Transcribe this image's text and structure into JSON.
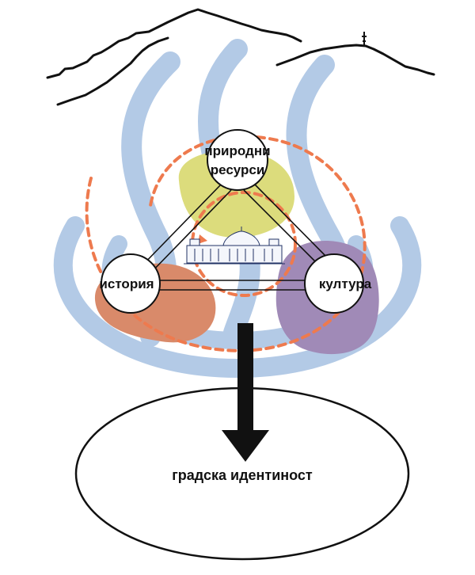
{
  "nodes": {
    "natural_resources": "природни ресурси",
    "natural_resources_line1": "природни",
    "natural_resources_line2": "ресурси",
    "history": "история",
    "culture": "култура"
  },
  "outcome": {
    "label": "градска идентиност"
  },
  "colors": {
    "steam": "#b3cae6",
    "nature": "#dcdc7c",
    "history": "#d98a6a",
    "culture": "#a08ab7",
    "dashed_ring": "#ee7a4e",
    "ink": "#111111"
  },
  "icons": {
    "mountain": "mountain-ridge-icon",
    "building": "bath-building-icon",
    "arrow": "arrow-down-icon"
  }
}
